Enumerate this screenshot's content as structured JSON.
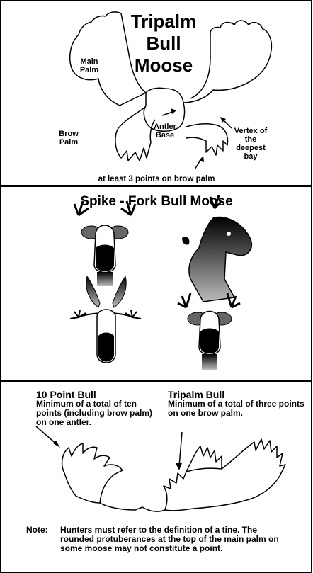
{
  "tripalm": {
    "title_lines": [
      "Tripalm",
      "Bull",
      "Moose"
    ],
    "main_palm": "Main Palm",
    "brow_palm": "Brow Palm",
    "antler_base": "Antler Base",
    "vertex": "Vertex of the deepest bay",
    "caption": "at least 3 points on brow palm"
  },
  "spike_fork": {
    "title": "Spike - Fork Bull Moose"
  },
  "comparison": {
    "ten_point_title": "10 Point Bull",
    "ten_point_desc": "Minimum of a total of ten points (including brow palm) on one antler.",
    "tripalm_title": "Tripalm Bull",
    "tripalm_desc": "Minimum of a total of three points on one brow palm.",
    "note_label": "Note:",
    "note_text": "Hunters must refer to the definition of a tine. The rounded protuberances at the top of the main palm on some moose may not constitute a point."
  }
}
